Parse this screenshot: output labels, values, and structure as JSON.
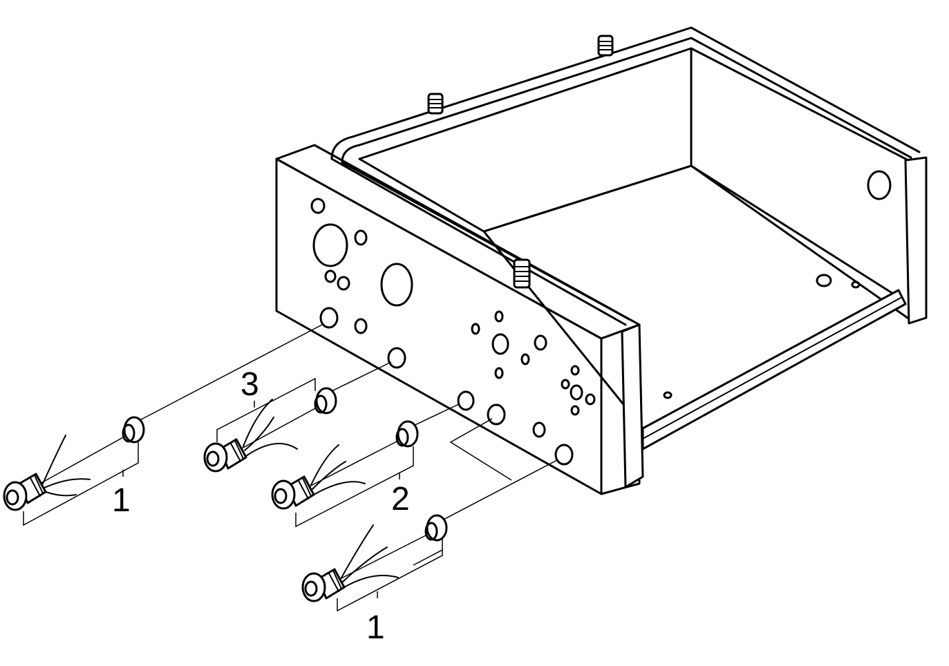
{
  "callouts": {
    "label_1_left": "1",
    "label_3": "3",
    "label_2": "2",
    "label_1_bottom": "1"
  },
  "colors": {
    "ink": "#000000",
    "paper": "#ffffff"
  }
}
